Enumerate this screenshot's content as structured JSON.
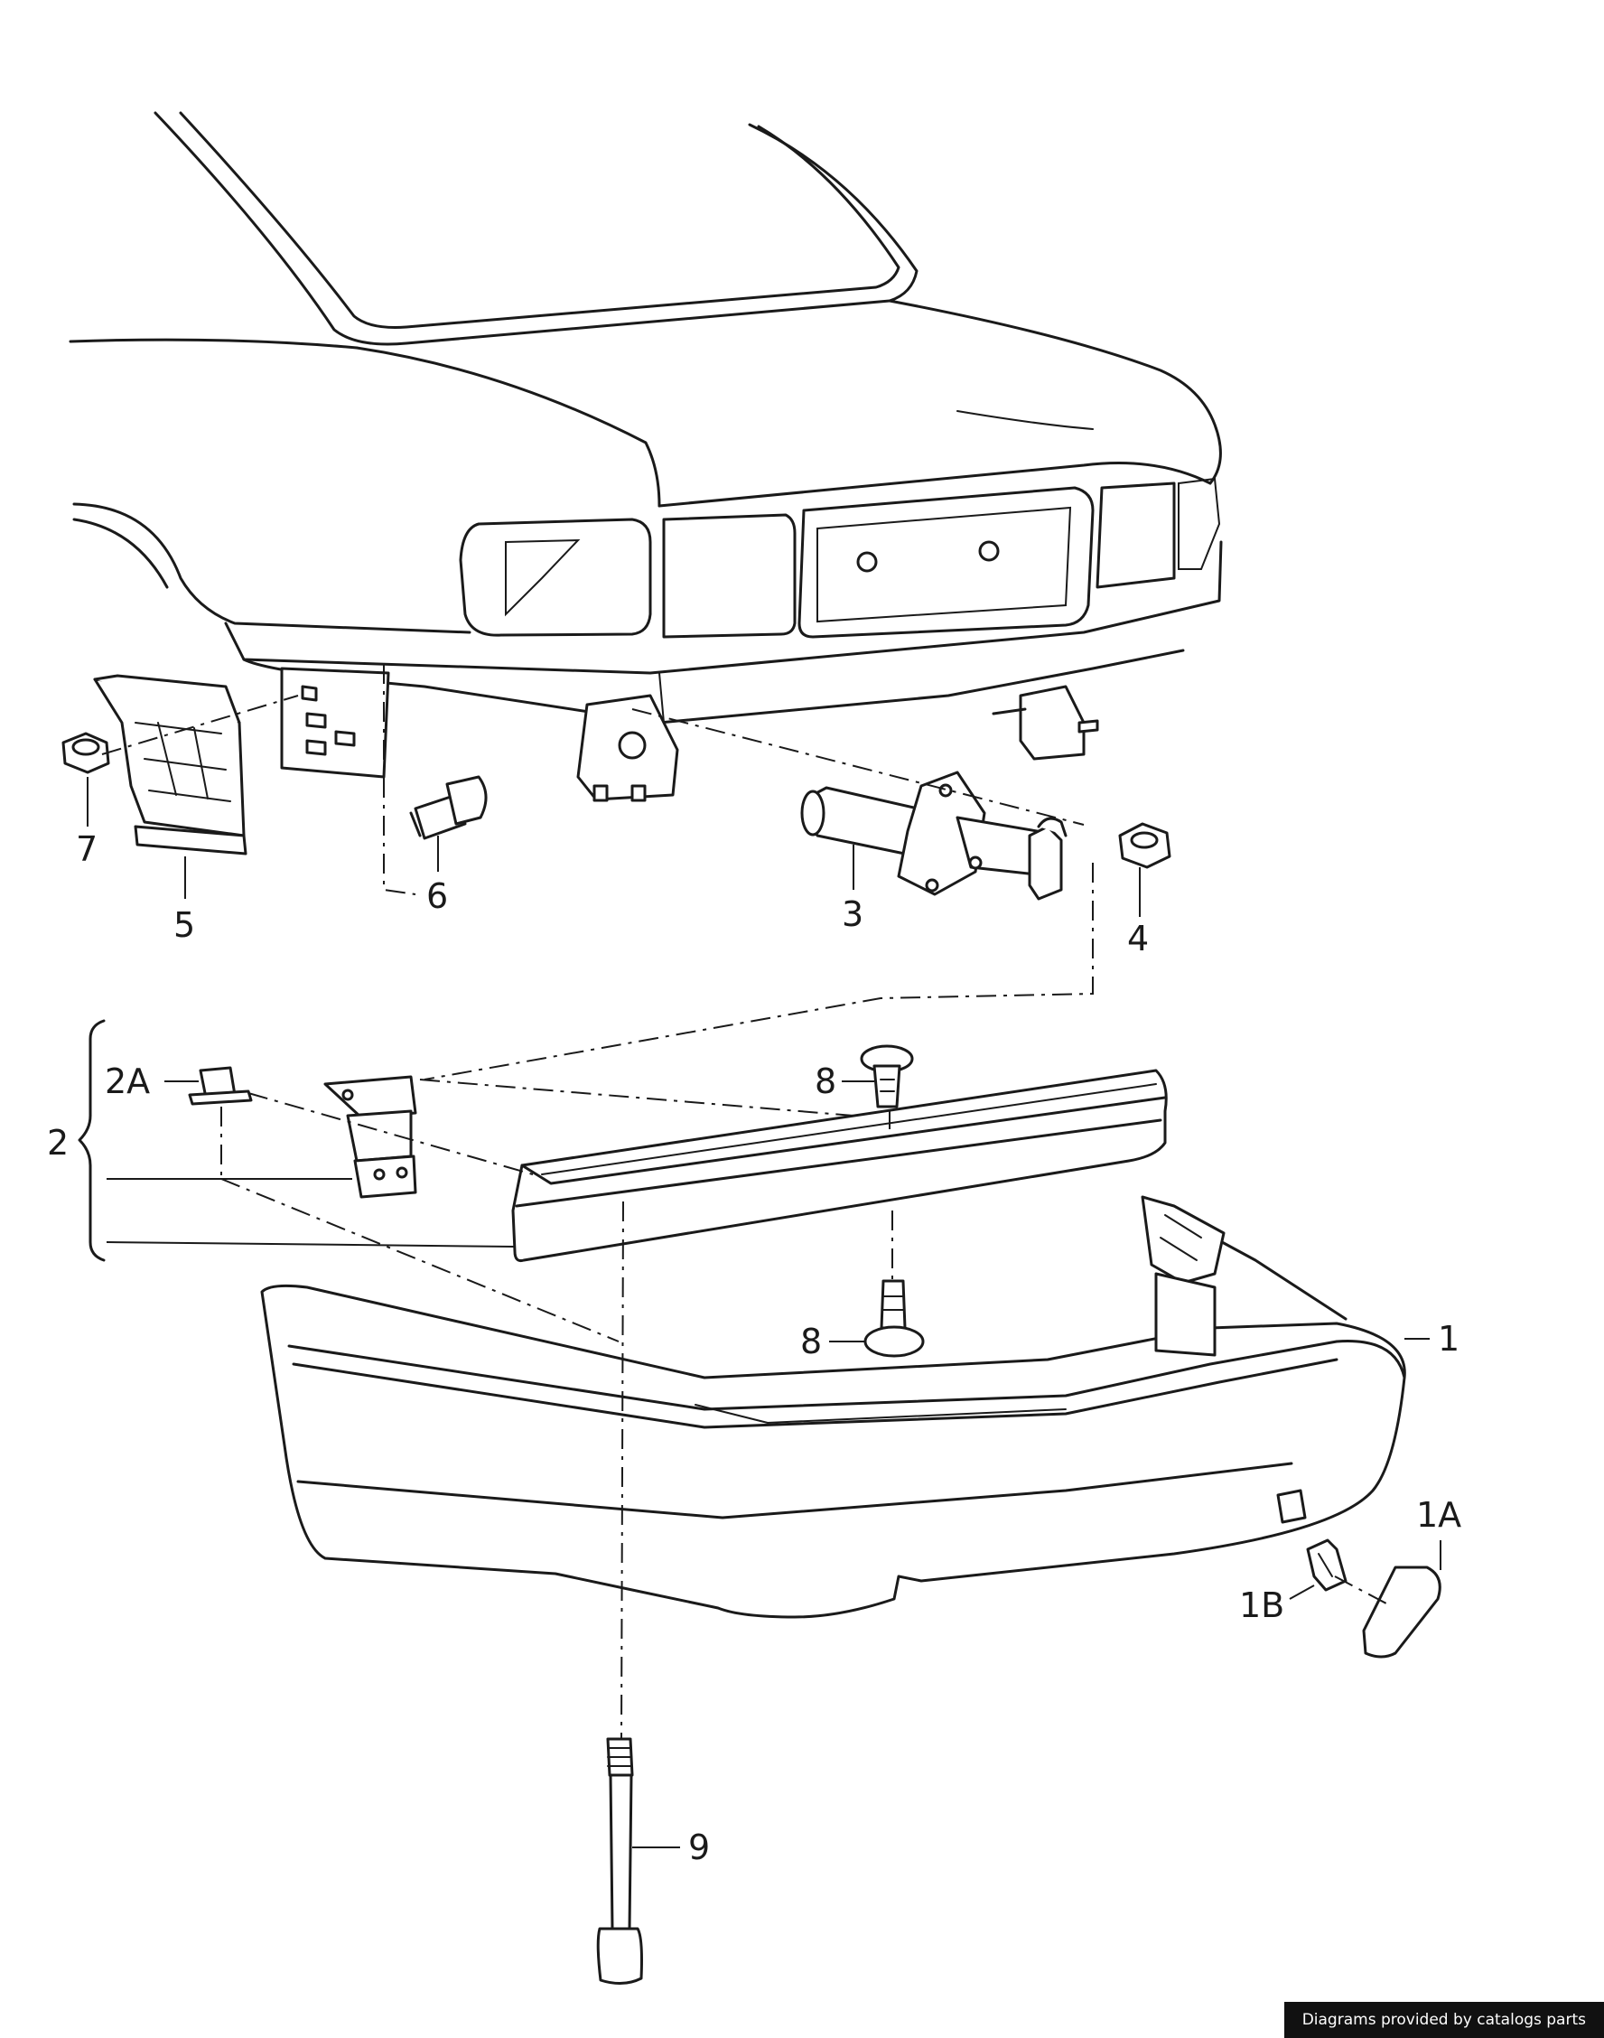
{
  "callouts": [
    {
      "id": "1",
      "label": "1"
    },
    {
      "id": "1A",
      "label": "1A"
    },
    {
      "id": "1B",
      "label": "1B"
    },
    {
      "id": "2",
      "label": "2"
    },
    {
      "id": "2A",
      "label": "2A"
    },
    {
      "id": "3",
      "label": "3"
    },
    {
      "id": "4",
      "label": "4"
    },
    {
      "id": "5",
      "label": "5"
    },
    {
      "id": "6",
      "label": "6"
    },
    {
      "id": "7",
      "label": "7"
    },
    {
      "id": "8a",
      "label": "8"
    },
    {
      "id": "8b",
      "label": "8"
    },
    {
      "id": "9",
      "label": "9"
    }
  ],
  "footer": {
    "credit": "Diagrams provided by catalogs parts"
  }
}
